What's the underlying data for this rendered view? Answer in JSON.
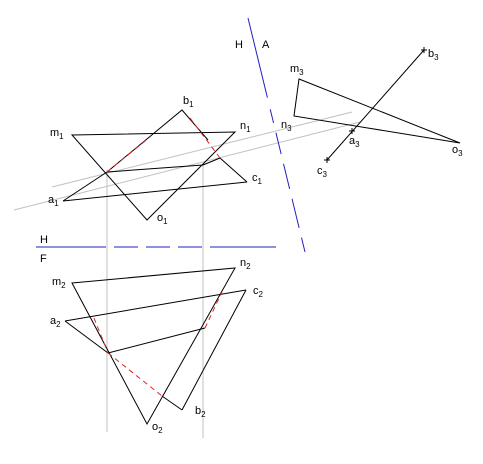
{
  "colors": {
    "background": "#ffffff",
    "outline": "#000000",
    "projection": "#c0c0c0",
    "fold_line": "#2020c0",
    "hidden_line": "#e02020"
  },
  "fold_HA": {
    "top": "H",
    "bottom": "A"
  },
  "fold_HF": {
    "top": "H",
    "bottom": "F"
  },
  "labels": {
    "m1": {
      "base": "m",
      "sub": "1"
    },
    "n1": {
      "base": "n",
      "sub": "1"
    },
    "b1": {
      "base": "b",
      "sub": "1"
    },
    "a1": {
      "base": "a",
      "sub": "1"
    },
    "c1": {
      "base": "c",
      "sub": "1"
    },
    "o1": {
      "base": "o",
      "sub": "1"
    },
    "m2": {
      "base": "m",
      "sub": "2"
    },
    "n2": {
      "base": "n",
      "sub": "2"
    },
    "a2": {
      "base": "a",
      "sub": "2"
    },
    "c2": {
      "base": "c",
      "sub": "2"
    },
    "b2": {
      "base": "b",
      "sub": "2"
    },
    "o2": {
      "base": "o",
      "sub": "2"
    },
    "m3": {
      "base": "m",
      "sub": "3"
    },
    "n3": {
      "base": "n",
      "sub": "3"
    },
    "b3": {
      "base": "b",
      "sub": "3"
    },
    "a3": {
      "base": "a",
      "sub": "3"
    },
    "c3": {
      "base": "c",
      "sub": "3"
    },
    "o3": {
      "base": "o",
      "sub": "3"
    }
  }
}
